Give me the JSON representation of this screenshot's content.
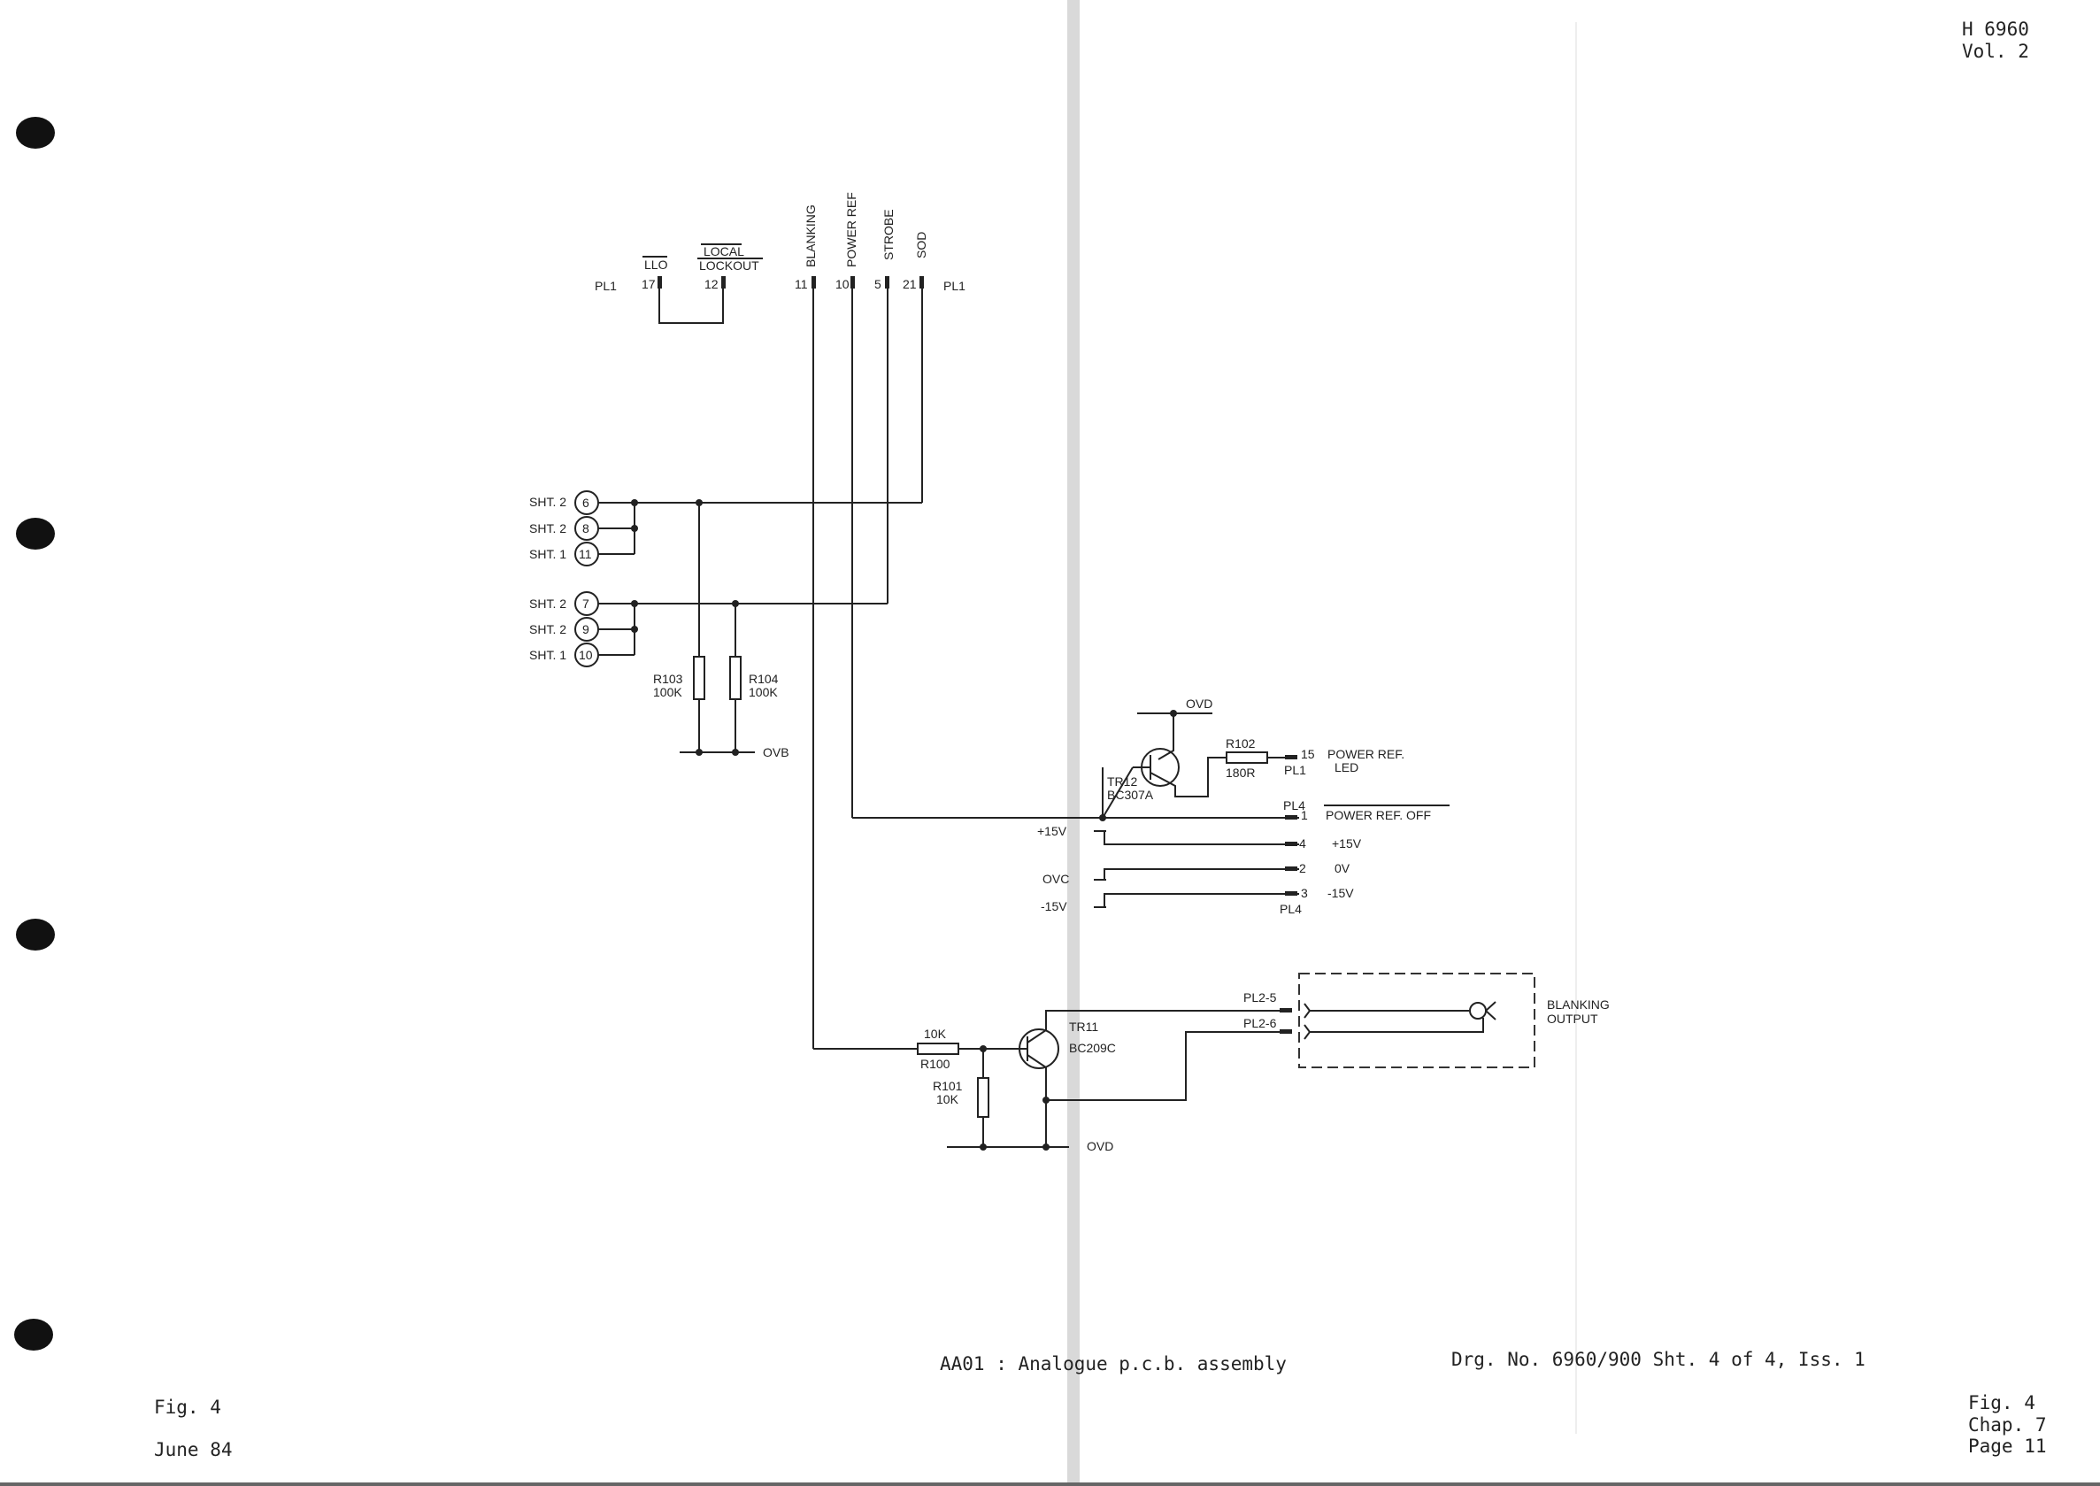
{
  "header": {
    "ref": "H 6960",
    "vol": "Vol. 2"
  },
  "footer": {
    "fig_left": "Fig. 4",
    "date": "June 84",
    "title": "AA01 : Analogue p.c.b. assembly",
    "drawing_no": "Drg. No. 6960/900 Sht. 4 of 4, Iss. 1",
    "fig_right": "Fig. 4",
    "chap": "Chap. 7",
    "page": "Page 11"
  },
  "pl1_top": {
    "left_tag": "PL1",
    "right_tag": "PL1",
    "pins": [
      {
        "num": "17",
        "label": "LLO"
      },
      {
        "num": "12",
        "label_line1": "LOCAL",
        "label_line2": "LOCKOUT"
      },
      {
        "num": "11",
        "label": "BLANKING"
      },
      {
        "num": "10",
        "label": "POWER REF"
      },
      {
        "num": "5",
        "label": "STROBE"
      },
      {
        "num": "21",
        "label": "SOD"
      }
    ]
  },
  "sheet_refs": {
    "group_a": [
      {
        "tag": "SHT. 2",
        "num": "6"
      },
      {
        "tag": "SHT. 2",
        "num": "8"
      },
      {
        "tag": "SHT. 1",
        "num": "11"
      }
    ],
    "group_b": [
      {
        "tag": "SHT. 2",
        "num": "7"
      },
      {
        "tag": "SHT. 2",
        "num": "9"
      },
      {
        "tag": "SHT. 1",
        "num": "10"
      }
    ]
  },
  "components": {
    "r103": {
      "ref": "R103",
      "value": "100K"
    },
    "r104": {
      "ref": "R104",
      "value": "100K"
    },
    "r102": {
      "ref": "R102",
      "value": "180R"
    },
    "r100": {
      "ref": "R100",
      "value": "10K"
    },
    "r101": {
      "ref": "R101",
      "value": "10K"
    },
    "tr12": {
      "ref": "TR12",
      "type": "BC307A"
    },
    "tr11": {
      "ref": "TR11",
      "type": "BC209C"
    }
  },
  "rails": {
    "ovb": "OVB",
    "ovd_top": "OVD",
    "ovd_bottom": "OVD",
    "plus15": "+15V",
    "ovc": "OVC",
    "minus15": "-15V"
  },
  "connectors": {
    "pl1_15": {
      "num": "15",
      "tag": "PL1",
      "label": "POWER REF.",
      "label2": "LED"
    },
    "pl4": {
      "tag": "PL4",
      "tag_bottom": "PL4",
      "pins": [
        {
          "num": "1",
          "label": "POWER REF. OFF"
        },
        {
          "num": "4",
          "label": "+15V"
        },
        {
          "num": "2",
          "label": "0V"
        },
        {
          "num": "3",
          "label": "-15V"
        }
      ]
    },
    "pl2": {
      "pin5": "PL2-5",
      "pin6": "PL2-6",
      "label_line1": "BLANKING",
      "label_line2": "OUTPUT"
    }
  }
}
